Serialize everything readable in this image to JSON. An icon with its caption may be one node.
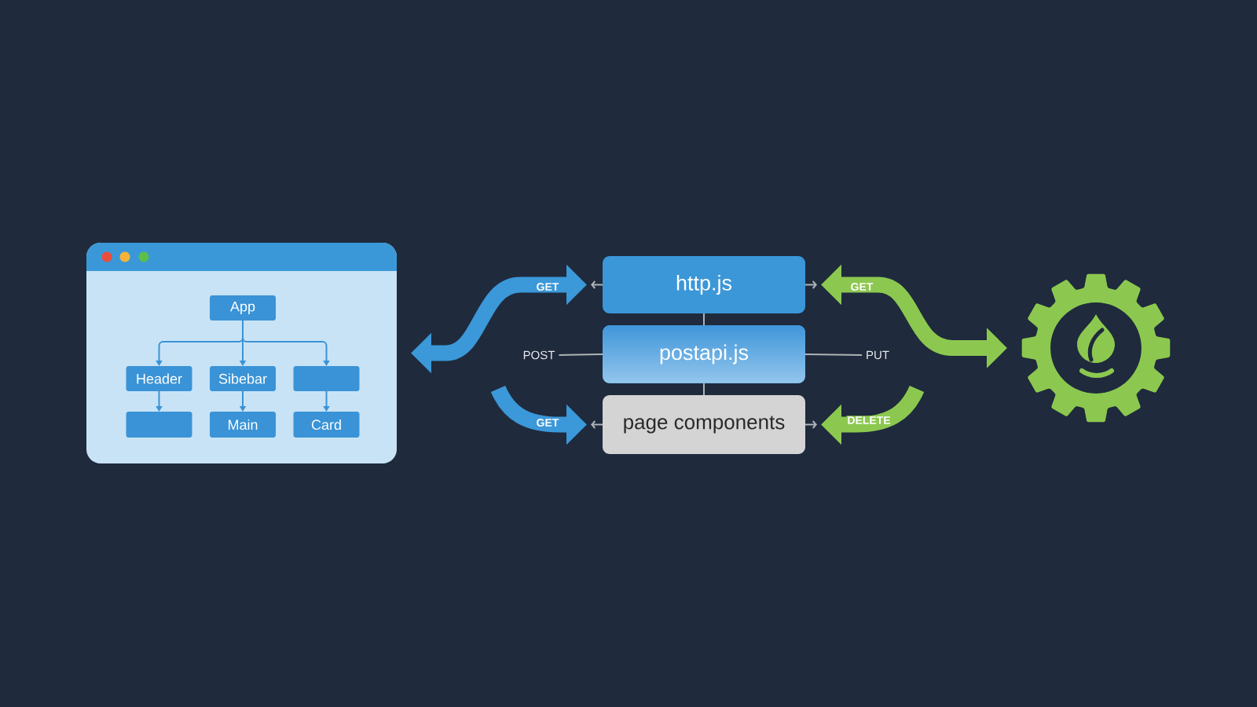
{
  "diagram": {
    "nodes": [
      {
        "text": [],
        "shape": "window"
      },
      {
        "text": [
          "App"
        ],
        "in": 0
      },
      {
        "text": [
          "Header"
        ],
        "in": 0
      },
      {
        "text": [
          "Sibebar"
        ],
        "in": 0
      },
      {
        "text": [],
        "shape": "box",
        "in": 0
      },
      {
        "text": [],
        "shape": "box",
        "in": 0
      },
      {
        "text": [
          "Main"
        ],
        "in": 0
      },
      {
        "text": [
          "Card"
        ],
        "in": 0
      },
      {
        "text": [
          "POST"
        ]
      },
      {
        "text": [
          "http.js"
        ]
      },
      {
        "text": [
          "postapi.js"
        ]
      },
      {
        "text": [
          "page components"
        ]
      },
      {
        "text": [
          "PUT"
        ]
      },
      {
        "text": [],
        "shape": "gear"
      }
    ],
    "edges": [
      {
        "from": 1,
        "to": 2,
        "arrow": "to",
        "color": "#3a93d6"
      },
      {
        "from": 1,
        "to": 3,
        "arrow": "to",
        "color": "#3a93d6"
      },
      {
        "from": 1,
        "to": 4,
        "arrow": "to",
        "color": "#3a93d6"
      },
      {
        "from": 2,
        "to": 5,
        "arrow": "to",
        "color": "#3a93d6"
      },
      {
        "from": 3,
        "to": 6,
        "arrow": "to",
        "color": "#3a93d6"
      },
      {
        "from": 4,
        "to": 7,
        "arrow": "to",
        "color": "#3a93d6"
      },
      {
        "from": 9,
        "to": 10,
        "arrow": "none"
      },
      {
        "from": 10,
        "to": 11,
        "arrow": "none"
      },
      {
        "from": 8,
        "to": 10,
        "arrow": "none"
      },
      {
        "from": 10,
        "to": 12,
        "arrow": "none"
      },
      {
        "from": 0,
        "to": 9,
        "arrow": "both",
        "label": "GET",
        "style": "thick",
        "color": "#3b98d9"
      },
      {
        "from": null,
        "to": 11,
        "arrow": "to",
        "label": "GET",
        "style": "thick",
        "color": "#3b98d9"
      },
      {
        "from": 9,
        "to": 13,
        "arrow": "both",
        "label": "GET",
        "style": "thick",
        "color": "#8cc850"
      },
      {
        "from": null,
        "to": 11,
        "arrow": "to",
        "label": "DELETE",
        "style": "thick",
        "color": "#8cc850"
      },
      {
        "from": 9,
        "to": null,
        "arrow": "to"
      },
      {
        "from": 11,
        "to": null,
        "arrow": "to"
      },
      {
        "from": 9,
        "to": null,
        "arrow": "to"
      },
      {
        "from": 11,
        "to": null,
        "arrow": "to"
      }
    ]
  }
}
